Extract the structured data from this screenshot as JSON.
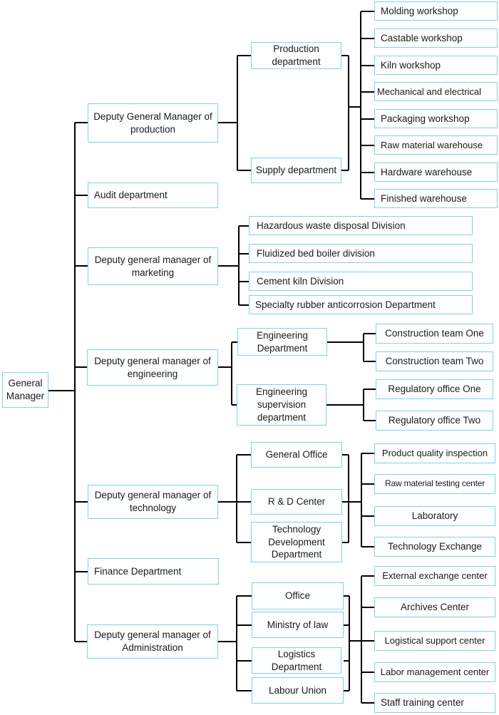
{
  "org_chart": {
    "type": "organization-chart",
    "colors": {
      "box_border": "#84cfee",
      "box_fill": "#fdfeff",
      "connector": "#000000",
      "text": "#1b1b1b"
    },
    "root": {
      "label": "General Manager"
    },
    "level1": [
      {
        "label": "Deputy General Manager of production",
        "children": [
          {
            "label": "Production department"
          },
          {
            "label": "Supply department"
          }
        ],
        "grandchildren": [
          {
            "label": "Molding workshop"
          },
          {
            "label": "Castable workshop"
          },
          {
            "label": "Kiln workshop"
          },
          {
            "label": "Mechanical and electrical"
          },
          {
            "label": "Packaging workshop"
          },
          {
            "label": "Raw material warehouse"
          },
          {
            "label": "Hardware warehouse"
          },
          {
            "label": "Finished warehouse"
          }
        ]
      },
      {
        "label": "Audit department"
      },
      {
        "label": "Deputy general manager of marketing",
        "children": [
          {
            "label": "Hazardous waste disposal Division"
          },
          {
            "label": "Fluidized bed boiler division"
          },
          {
            "label": "Cement kiln Division"
          },
          {
            "label": "Specialty rubber anticorrosion Department"
          }
        ]
      },
      {
        "label": "Deputy general manager of engineering",
        "children": [
          {
            "label": "Engineering Department",
            "children": [
              {
                "label": "Construction team One"
              },
              {
                "label": "Construction team Two"
              }
            ]
          },
          {
            "label": "Engineering supervision department",
            "children": [
              {
                "label": "Regulatory office One"
              },
              {
                "label": "Regulatory office Two"
              }
            ]
          }
        ]
      },
      {
        "label": "Deputy general manager of technology",
        "children": [
          {
            "label": "General Office"
          },
          {
            "label": "R & D Center"
          },
          {
            "label": "Technology Development Department"
          }
        ],
        "grandchildren": [
          {
            "label": "Product quality inspection"
          },
          {
            "label": "Raw material testing center"
          },
          {
            "label": "Laboratory"
          },
          {
            "label": "Technology Exchange"
          }
        ]
      },
      {
        "label": "Finance Department"
      },
      {
        "label": "Deputy general manager of Administration",
        "children": [
          {
            "label": "Office"
          },
          {
            "label": "Ministry of law"
          },
          {
            "label": "Logistics Department"
          },
          {
            "label": "Labour Union"
          }
        ],
        "grandchildren": [
          {
            "label": "External exchange center"
          },
          {
            "label": "Archives Center"
          },
          {
            "label": "Logistical support center"
          },
          {
            "label": "Labor management center"
          },
          {
            "label": "Staff training center"
          }
        ]
      }
    ]
  }
}
